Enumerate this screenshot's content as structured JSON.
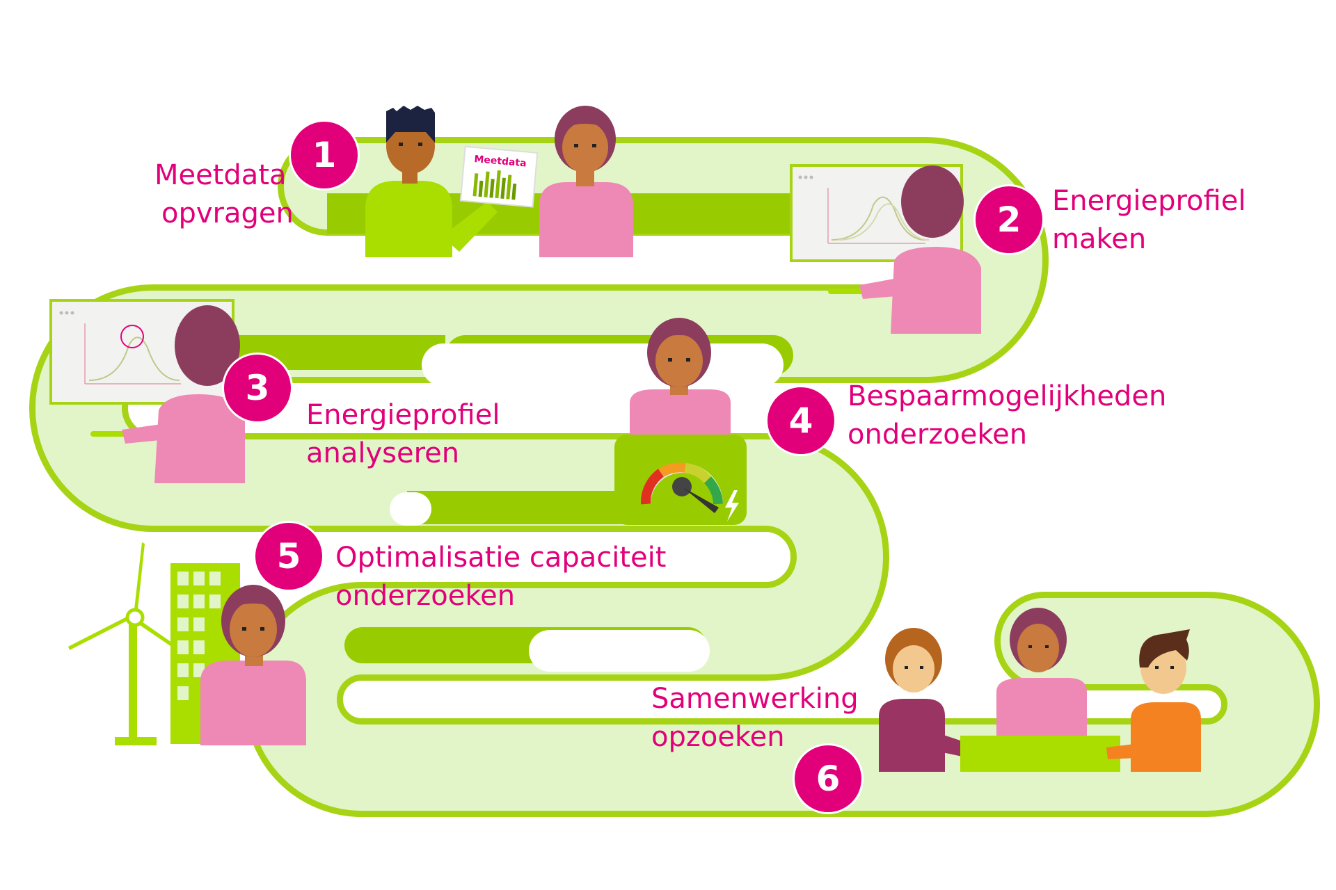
{
  "colors": {
    "accent": "#e2007a",
    "path_light": "#e2f5c9",
    "path_dark": "#99cc00",
    "path_edge": "#a6d415",
    "person_pink": "#ee88b5",
    "hair_plum": "#8c3d5e",
    "skin": "#c97a3e"
  },
  "steps": [
    {
      "number": "1",
      "line1": "Meetdata",
      "line2": "opvragen"
    },
    {
      "number": "2",
      "line1": "Energieprofiel",
      "line2": "maken"
    },
    {
      "number": "3",
      "line1": "Energieprofiel",
      "line2": "analyseren"
    },
    {
      "number": "4",
      "line1": "Bespaarmogelijkheden",
      "line2": "onderzoeken"
    },
    {
      "number": "5",
      "line1": "Optimalisatie capaciteit",
      "line2": "onderzoeken"
    },
    {
      "number": "6",
      "line1": "Samenwerking",
      "line2": "opzoeken"
    }
  ],
  "card": {
    "label": "Meetdata"
  }
}
